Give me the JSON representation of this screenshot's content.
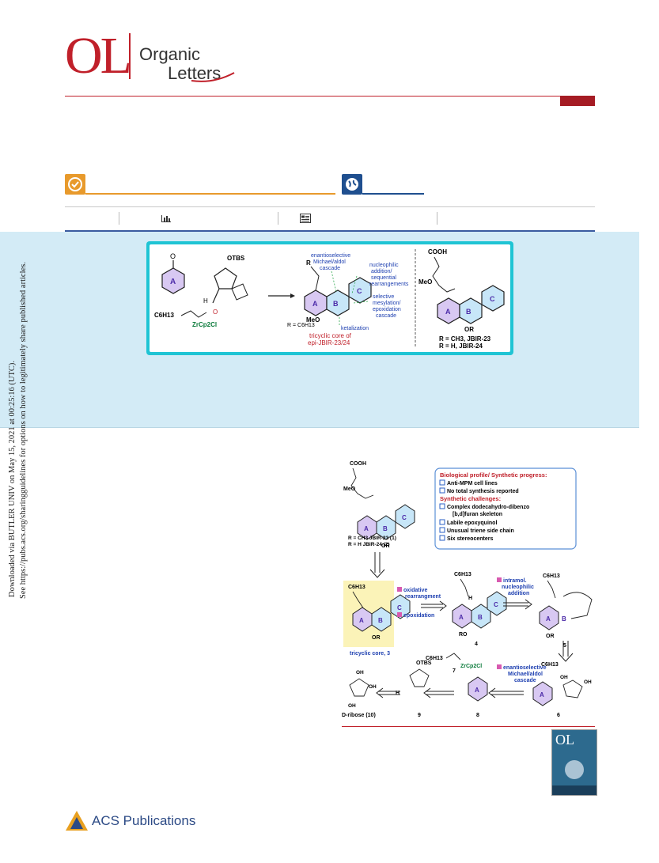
{
  "journal": {
    "logo_letters": "OL",
    "name_line1": "Organic",
    "name_line2": "Letters",
    "accent_color": "#c0202a"
  },
  "sidebar_notice": {
    "line1": "Downloaded via BUTLER UNIV on May 15, 2021 at 00:25:16 (UTC).",
    "line2": "See https://pubs.acs.org/sharingguidelines for options on how to legitimately share published articles."
  },
  "toc_graphic": {
    "ring_label": "A",
    "protecting_group": "OTBS",
    "reagent": "C6H13",
    "reagent_metal": "ZrCp2Cl",
    "aldehyde_h": "H",
    "notes": [
      "enantioselective",
      "Michael/aldol",
      "cascade",
      "nucleophilic",
      "addition/",
      "sequential",
      "rearrangements",
      "selective",
      "mesylation/",
      "epoxidation",
      "cascade",
      "ketalization"
    ],
    "r_def": "R = C6H13",
    "core_label_1": "tricyclic core of",
    "core_label_2": "epi-JBIR-23/24",
    "ring_letters": [
      "A",
      "B",
      "C"
    ],
    "meo": "MeO",
    "or": "OR",
    "cooh": "COOH",
    "product_r1": "R = CH3, JBIR-23",
    "product_r2": "R = H,    JBIR-24",
    "frame_color": "#1fc4d4"
  },
  "figure": {
    "cooh": "COOH",
    "meo": "MeO",
    "r_defs": [
      "R = CH3  JBIR-23 (1)",
      "R = H     JBIR-24 (2)"
    ],
    "box_title": "Biological profile/ Synthetic progress:",
    "box_items": [
      "Anti-MPM cell lines",
      "No total synthesis reported"
    ],
    "challenges_title": "Synthetic challenges:",
    "challenges": [
      "Complex dodecahydro-dibenzo",
      "[b,d]furan skeleton",
      "Labile epoxyquinol",
      "Unusual triene side chain",
      "Six stereocenters"
    ],
    "c6h13": "C6H13",
    "steps": [
      "oxidative",
      "rearrangment",
      "epoxidation",
      "intramol.",
      "nucleophilic",
      "addition",
      "enantioselective",
      "Michael/aldol",
      "cascade"
    ],
    "labels": [
      "tricyclic core, 3",
      "4",
      "5",
      "6",
      "7",
      "8",
      "9",
      "D-ribose (10)"
    ],
    "otbs": "OTBS",
    "zr": "ZrCp2Cl",
    "ro": "RO",
    "or": "OR",
    "oh": "OH",
    "h": "H",
    "highlight_color": "#fbf3b8",
    "title_color": "#c0202a",
    "challenge_color": "#c0202a",
    "box_border": "#5b8fd6"
  },
  "publisher": {
    "name": "ACS Publications",
    "color": "#2c4a85"
  }
}
